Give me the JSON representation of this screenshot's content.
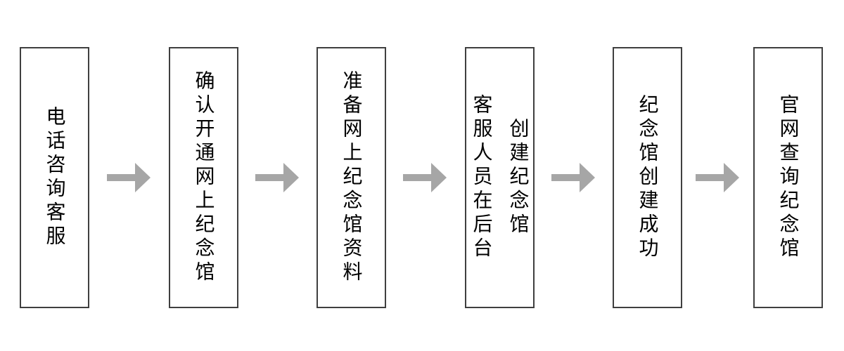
{
  "flow": {
    "steps": [
      {
        "label": "电话咨询客服"
      },
      {
        "label": "确认开通网上纪念馆"
      },
      {
        "label": "准备网上纪念馆资料"
      },
      {
        "label": "客服人员在后台\n创建纪念馆"
      },
      {
        "label": "纪念馆创建成功"
      },
      {
        "label": "官网查询纪念馆"
      }
    ],
    "colors": {
      "arrow": "#a6a6a6",
      "box_border": "#3f3f3f",
      "text": "#000000",
      "background": "#ffffff"
    }
  }
}
